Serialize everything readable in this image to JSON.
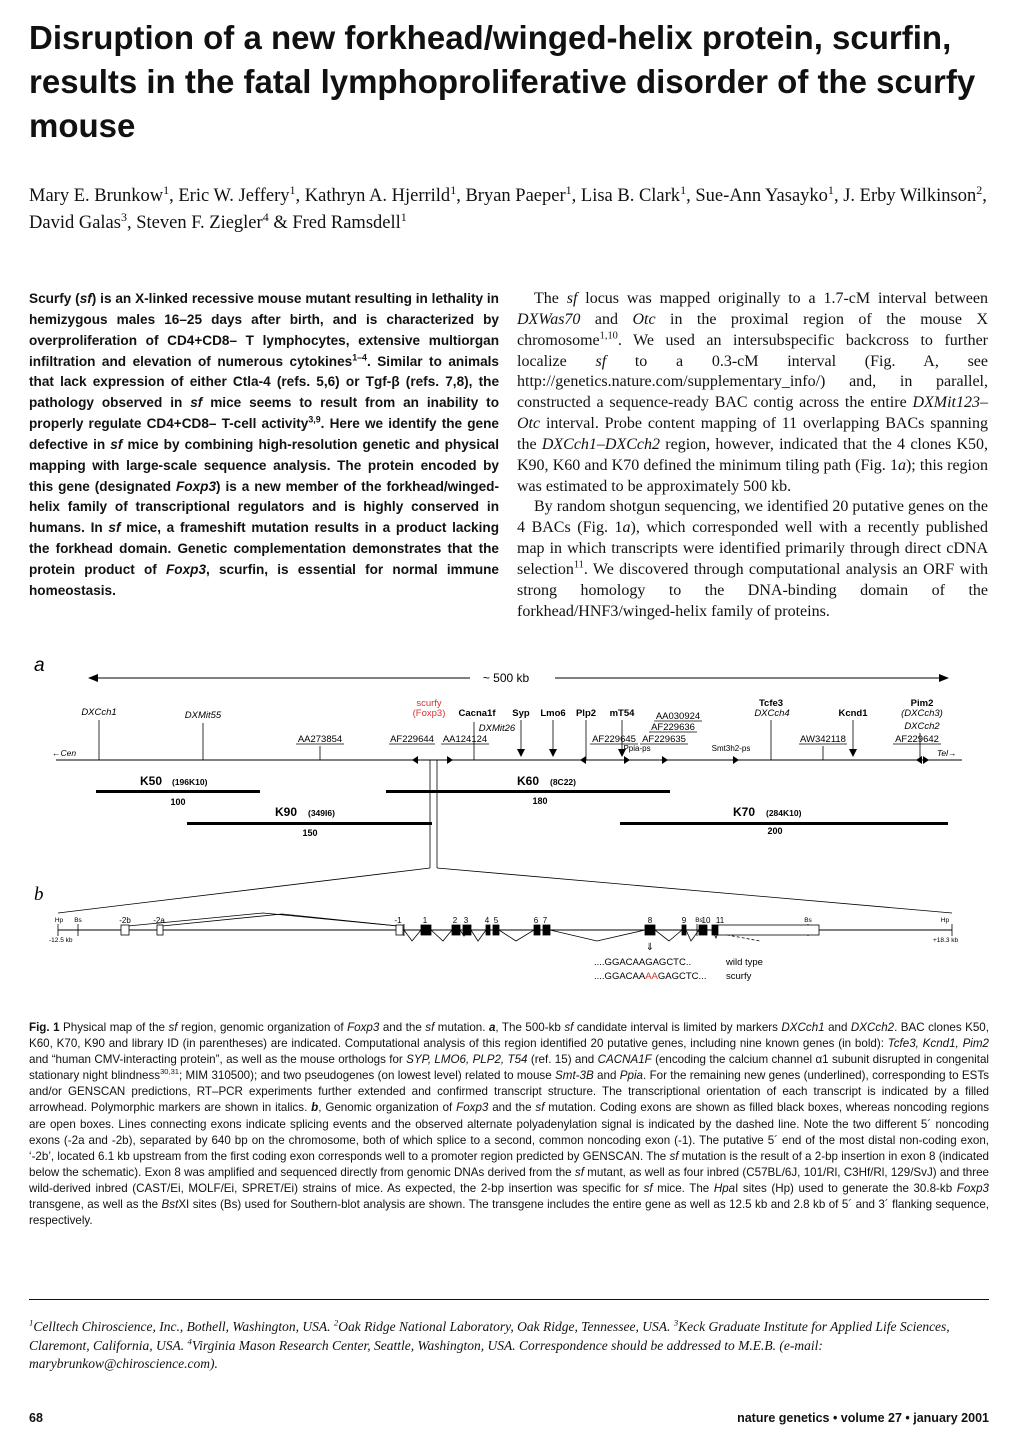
{
  "article": {
    "title": "Disruption of a new forkhead/winged-helix protein, scurfin, results in the fatal lymphoproliferative disorder of the scurfy mouse",
    "authors": [
      {
        "name": "Mary E. Brunkow",
        "aff": "1"
      },
      {
        "name": "Eric W. Jeffery",
        "aff": "1"
      },
      {
        "name": "Kathryn A. Hjerrild",
        "aff": "1"
      },
      {
        "name": "Bryan Paeper",
        "aff": "1"
      },
      {
        "name": "Lisa B. Clark",
        "aff": "1"
      },
      {
        "name": "Sue-Ann Yasayko",
        "aff": "1"
      },
      {
        "name": "J. Erby Wilkinson",
        "aff": "2"
      },
      {
        "name": "David Galas",
        "aff": "3"
      },
      {
        "name": "Steven F. Ziegler",
        "aff": "4"
      },
      {
        "name": "Fred Ramsdell",
        "aff": "1"
      }
    ],
    "authors_joiner": ", ",
    "authors_last_joiner": " & ",
    "abstract": [
      {
        "t": "Scurfy ("
      },
      {
        "t": "sf",
        "i": true
      },
      {
        "t": ") is an X-linked recessive mouse mutant resulting in lethality in hemizygous males 16–25 days after birth, and is characterized by overproliferation of CD4+CD8– T lymphocytes, extensive multiorgan infiltration and elevation of numerous cytokines"
      },
      {
        "t": "1–4",
        "sup": true
      },
      {
        "t": ". Similar to animals that lack expression of either Ctla-4 (refs. 5,6) or Tgf-β (refs. 7,8), the pathology observed in "
      },
      {
        "t": "sf",
        "i": true
      },
      {
        "t": " mice seems to result from an inability to properly regulate CD4+CD8– T-cell activity"
      },
      {
        "t": "3,9",
        "sup": true
      },
      {
        "t": ". Here we identify the gene defective in "
      },
      {
        "t": "sf",
        "i": true
      },
      {
        "t": " mice by combining high-resolution genetic and physical mapping with large-scale sequence analysis. The protein encoded by this gene (designated "
      },
      {
        "t": "Foxp3",
        "i": true
      },
      {
        "t": ") is a new member of the forkhead/winged-helix family of transcriptional regulators and is highly conserved in humans. In "
      },
      {
        "t": "sf",
        "i": true
      },
      {
        "t": " mice, a frameshift mutation results in a product lacking the forkhead domain. Genetic complementation demonstrates that the protein product of "
      },
      {
        "t": "Foxp3",
        "i": true
      },
      {
        "t": ", scurfin, is essential for normal immune homeostasis."
      }
    ],
    "body_paragraphs": [
      [
        {
          "t": "The "
        },
        {
          "t": "sf",
          "i": true
        },
        {
          "t": " locus was mapped originally to a 1.7-cM interval between "
        },
        {
          "t": "DXWas70",
          "i": true
        },
        {
          "t": " and "
        },
        {
          "t": "Otc",
          "i": true
        },
        {
          "t": " in the proximal region of the mouse X chromosome"
        },
        {
          "t": "1,10",
          "sup": true
        },
        {
          "t": ". We used an intersubspecific backcross to further localize "
        },
        {
          "t": "sf",
          "i": true
        },
        {
          "t": " to a 0.3-cM interval (Fig. A, see http://genetics.nature.com/supplementary_info/) and, in parallel, constructed a sequence-ready BAC contig across the entire "
        },
        {
          "t": "DXMit123–Otc",
          "i": true
        },
        {
          "t": " interval. Probe content mapping of 11 overlapping BACs spanning the "
        },
        {
          "t": "DXCch1–DXCch2",
          "i": true
        },
        {
          "t": " region, however, indicated that the 4 clones K50, K90, K60 and K70 defined the minimum tiling path (Fig. 1"
        },
        {
          "t": "a",
          "i": true
        },
        {
          "t": "); this region was estimated to be approximately 500 kb."
        }
      ],
      [
        {
          "t": "By random shotgun sequencing, we identified 20 putative genes on the 4 BACs (Fig. 1"
        },
        {
          "t": "a",
          "i": true
        },
        {
          "t": "), which corresponded well with a recently published map in which transcripts were identified primarily through direct cDNA selection"
        },
        {
          "t": "11",
          "sup": true
        },
        {
          "t": ". We discovered through computational analysis an ORF with strong homology to the DNA-binding domain of the forkhead/HNF3/winged-helix family of proteins."
        }
      ]
    ],
    "caption": [
      {
        "t": "Fig. 1",
        "b": true
      },
      {
        "t": " Physical map of the "
      },
      {
        "t": "sf",
        "i": true
      },
      {
        "t": " region, genomic organization of "
      },
      {
        "t": "Foxp3",
        "i": true
      },
      {
        "t": " and the "
      },
      {
        "t": "sf",
        "i": true
      },
      {
        "t": " mutation. "
      },
      {
        "t": "a",
        "b": true,
        "i": true
      },
      {
        "t": ", The 500-kb "
      },
      {
        "t": "sf",
        "i": true
      },
      {
        "t": " candidate interval is limited by markers "
      },
      {
        "t": "DXCch1",
        "i": true
      },
      {
        "t": " and "
      },
      {
        "t": "DXCch2",
        "i": true
      },
      {
        "t": ". BAC clones K50, K60, K70, K90 and library ID (in parentheses) are indicated. Computational analysis of this region identified 20 putative genes, including nine known genes (in bold): "
      },
      {
        "t": "Tcfe3, Kcnd1, Pim2",
        "i": true
      },
      {
        "t": " and “human CMV-interacting protein”, as well as the mouse orthologs for "
      },
      {
        "t": "SYP, LMO6, PLP2, T54",
        "i": true
      },
      {
        "t": " (ref. 15) and "
      },
      {
        "t": "CACNA1F",
        "i": true
      },
      {
        "t": " (encoding the calcium channel α1 subunit disrupted in congenital stationary night blindness"
      },
      {
        "t": "30,31",
        "sup": true
      },
      {
        "t": "; MIM 310500); and two pseudogenes (on lowest level) related to mouse "
      },
      {
        "t": "Smt-3B",
        "i": true
      },
      {
        "t": " and "
      },
      {
        "t": "Ppia",
        "i": true
      },
      {
        "t": ". For the remaining new genes (underlined), corresponding to ESTs and/or GENSCAN predictions, RT–PCR experiments further extended and confirmed transcript structure. The transcriptional orientation of each transcript is indicated by a filled arrowhead. Polymorphic markers are shown in italics. "
      },
      {
        "t": "b",
        "b": true,
        "i": true
      },
      {
        "t": ", Genomic organization of "
      },
      {
        "t": "Foxp3",
        "i": true
      },
      {
        "t": " and the "
      },
      {
        "t": "sf",
        "i": true
      },
      {
        "t": " mutation. Coding exons are shown as filled black boxes, whereas noncoding regions are open boxes. Lines connecting exons indicate splicing events and the observed alternate polyadenylation signal is indicated by the dashed line. Note the two different 5´ noncoding exons (-2a and -2b), separated by 640 bp on the chromosome, both of which splice to a second, common noncoding exon (-1). The putative 5´ end of the most distal non-coding exon, ‘-2b’, located 6.1 kb upstream from the first coding exon corresponds well to a promoter region predicted by GENSCAN. The "
      },
      {
        "t": "sf",
        "i": true
      },
      {
        "t": " mutation is the result of a 2-bp insertion in exon 8 (indicated below the schematic). Exon 8 was amplified and sequenced directly from genomic DNAs derived from the "
      },
      {
        "t": "sf",
        "i": true
      },
      {
        "t": " mutant, as well as four inbred (C57BL/6J, 101/Rl, C3Hf/Rl, 129/SvJ) and three wild-derived inbred (CAST/Ei, MOLF/Ei, SPRET/Ei) strains of mice. As expected, the 2-bp insertion was specific for "
      },
      {
        "t": "sf",
        "i": true
      },
      {
        "t": " mice. The "
      },
      {
        "t": "Hpa",
        "i": true
      },
      {
        "t": "I sites (Hp) used to generate the 30.8-kb "
      },
      {
        "t": "Foxp3",
        "i": true
      },
      {
        "t": " transgene, as well as the "
      },
      {
        "t": "Bst",
        "i": true
      },
      {
        "t": "XI sites (Bs) used for Southern-blot analysis are shown. The transgene includes the entire gene as well as 12.5 kb and 2.8 kb of 5´ and 3´ flanking sequence, respectively."
      }
    ],
    "affiliations": [
      {
        "t": "1",
        "sup": true
      },
      {
        "t": "Celltech Chiroscience, Inc., Bothell, Washington, USA. "
      },
      {
        "t": "2",
        "sup": true
      },
      {
        "t": "Oak Ridge National Laboratory, Oak Ridge, Tennessee, USA. "
      },
      {
        "t": "3",
        "sup": true
      },
      {
        "t": "Keck Graduate Institute for Applied Life Sciences, Claremont, California, USA. "
      },
      {
        "t": "4",
        "sup": true
      },
      {
        "t": "Virginia Mason Research Center, Seattle, Washington, USA. Correspondence should be addressed to M.E.B. (e-mail: marybrunkow@chiroscience.com)."
      }
    ],
    "page_number": "68",
    "journal_line": "nature genetics • volume 27 • january 2001"
  },
  "figure_a": {
    "panel_label": "a",
    "scale_label": "~ 500 kb",
    "cen_label": "←Cen",
    "tel_label": "Tel→",
    "markers_top": [
      {
        "label": "DXCch1",
        "style": "italic"
      },
      {
        "label": "DXMit55",
        "style": "italic"
      },
      {
        "label": "AA273854",
        "style": "underline"
      },
      {
        "label": "scurfy",
        "style": "red"
      },
      {
        "label": "(Foxp3)",
        "style": "red"
      },
      {
        "label": "AF229644",
        "style": "underline"
      },
      {
        "label": "AA124124",
        "style": "underline"
      },
      {
        "label": "Cacna1f",
        "style": "bold"
      },
      {
        "label": "DXMit26",
        "style": "italic"
      },
      {
        "label": "Syp",
        "style": "bold"
      },
      {
        "label": "Lmo6",
        "style": "bold"
      },
      {
        "label": "Plp2",
        "style": "bold"
      },
      {
        "label": "mT54",
        "style": "bold"
      },
      {
        "label": "AA030924",
        "style": "underline"
      },
      {
        "label": "AF229636",
        "style": "underline"
      },
      {
        "label": "AF229645",
        "style": "underline"
      },
      {
        "label": "AF229635",
        "style": "underline"
      },
      {
        "label": "Ppia-ps",
        "style": "plain"
      },
      {
        "label": "Smt3h2-ps",
        "style": "plain"
      },
      {
        "label": "Tcfe3",
        "style": "bold"
      },
      {
        "label": "DXCch4",
        "style": "italic"
      },
      {
        "label": "Kcnd1",
        "style": "bold"
      },
      {
        "label": "AW342118",
        "style": "underline"
      },
      {
        "label": "Pim2",
        "style": "bold"
      },
      {
        "label": "(DXCch3)",
        "style": "italic"
      },
      {
        "label": "DXCch2",
        "style": "italic"
      },
      {
        "label": "AF229642",
        "style": "underline"
      }
    ],
    "bacs": [
      {
        "name": "K50",
        "lib": "(196K10)",
        "size": "100"
      },
      {
        "name": "K90",
        "lib": "(349I6)",
        "size": "150"
      },
      {
        "name": "K60",
        "lib": "(8C22)",
        "size": "180"
      },
      {
        "name": "K70",
        "lib": "(284K10)",
        "size": "200"
      }
    ]
  },
  "figure_b": {
    "panel_label": "b",
    "site_labels": [
      "Hp",
      "Bs",
      "Bs",
      "Bs",
      "Hp"
    ],
    "left_scale": "-12.5 kb",
    "right_scale": "+18.3 kb",
    "exon_labels": [
      "-2b",
      "-2a",
      "-1",
      "1",
      "2",
      "3",
      "4",
      "5",
      "6",
      "7",
      "8",
      "9",
      "10",
      "11"
    ],
    "mutation_arrow": "⇓",
    "seq_wt_prefix": "....GGACAAGAGCTC..",
    "seq_wt_label": "wild type",
    "seq_sf_prefix": "....GGACAA",
    "seq_sf_insert": "AA",
    "seq_sf_suffix": "GAGCTC...",
    "seq_sf_label": "scurfy",
    "insert_color": "#d9302a"
  }
}
